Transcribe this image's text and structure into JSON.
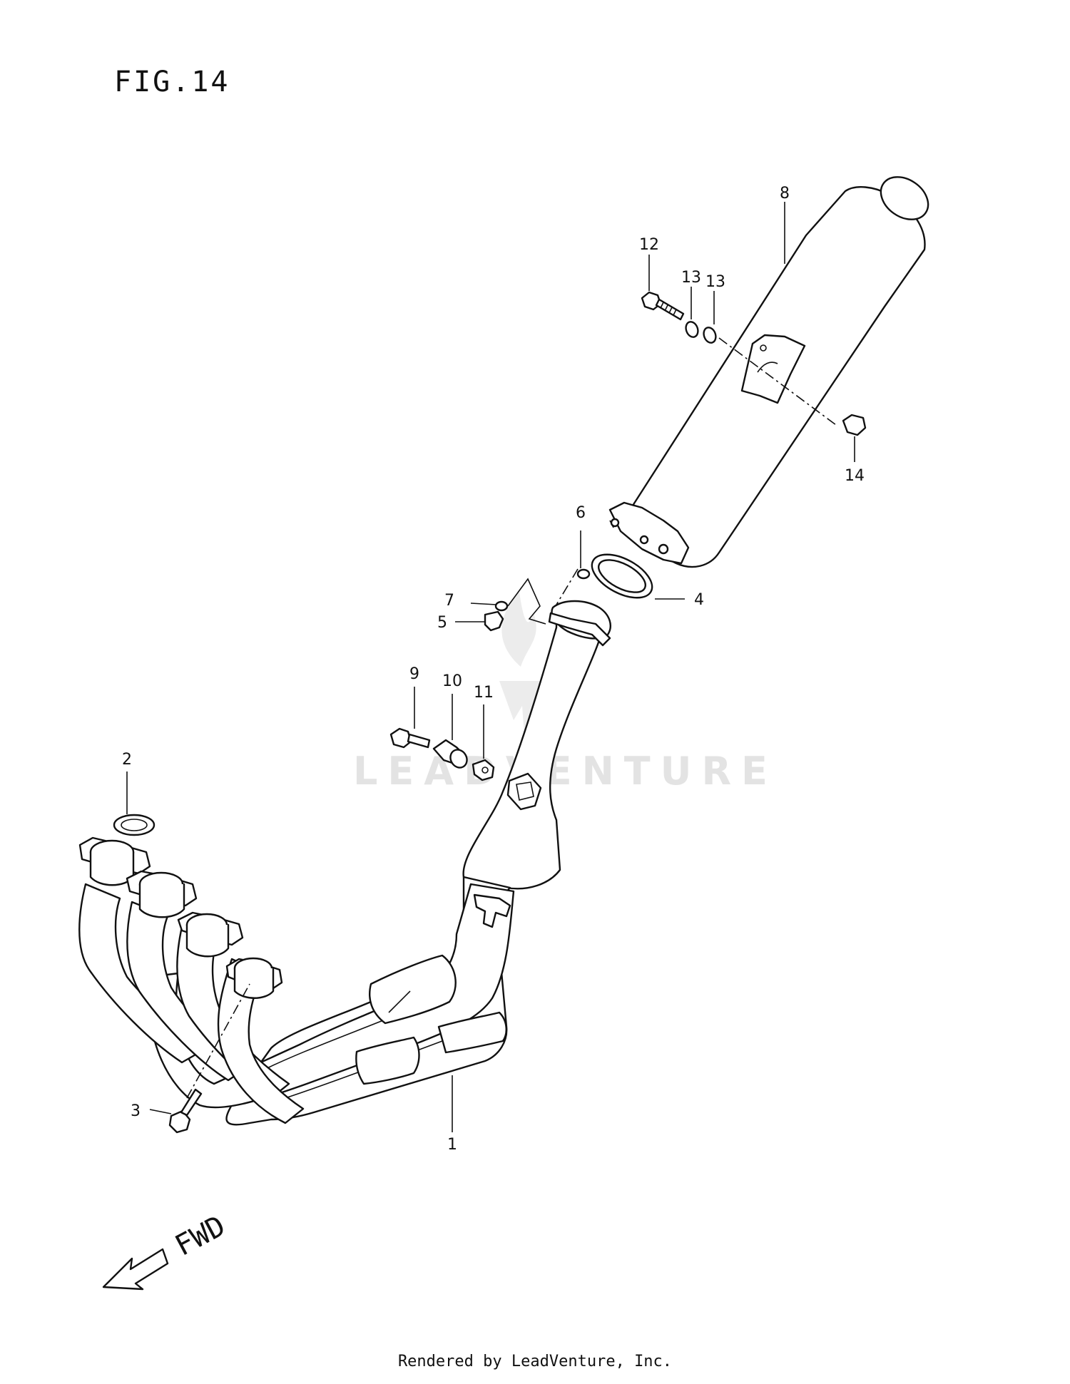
{
  "figure": {
    "title": "FIG.14",
    "direction_label": "FWD",
    "watermark": "LEADVENTURE",
    "footer": "Rendered by LeadVenture, Inc."
  },
  "callouts": [
    "1",
    "2",
    "3",
    "4",
    "5",
    "6",
    "7",
    "8",
    "9",
    "10",
    "11",
    "12",
    "13",
    "13",
    "14"
  ]
}
